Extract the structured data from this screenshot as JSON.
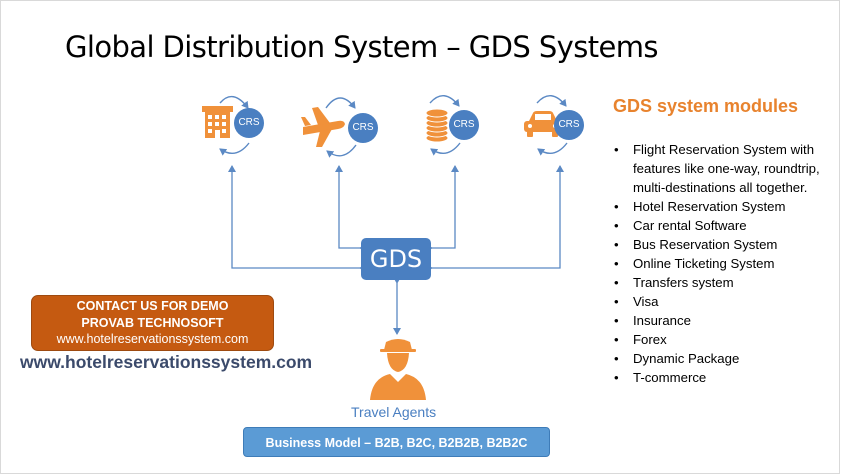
{
  "title": "Global Distribution System – GDS Systems",
  "diagram": {
    "hub_label": "GDS",
    "crs_label": "CRS",
    "nodes": [
      {
        "icon": "hotel-icon"
      },
      {
        "icon": "airplane-icon"
      },
      {
        "icon": "coins-icon"
      },
      {
        "icon": "car-icon"
      }
    ],
    "agent_icon": "travel-agent-icon",
    "agents_label": "Travel Agents"
  },
  "modules": {
    "heading": "GDS system modules",
    "items": [
      "Flight Reservation System with features like one-way, roundtrip, multi-destinations all together.",
      "Hotel Reservation System",
      "Car rental Software",
      "Bus Reservation System",
      "Online Ticketing System",
      "Transfers system",
      "Visa",
      "Insurance",
      "Forex",
      "Dynamic Package",
      "T-commerce"
    ]
  },
  "contact": {
    "line1": "CONTACT US FOR DEMO",
    "line2": "PROVAB TECHNOSOFT",
    "line3": "www.hotelreservationssystem.com"
  },
  "website": "www.hotelreservationssystem.com",
  "business_model": "Business Model – B2B, B2C, B2B2B, B2B2C",
  "colors": {
    "accent_orange": "#f0913a",
    "hub_blue": "#4a7fc1",
    "arrow_blue": "#5b89c4",
    "contact_bg": "#c55a11"
  }
}
